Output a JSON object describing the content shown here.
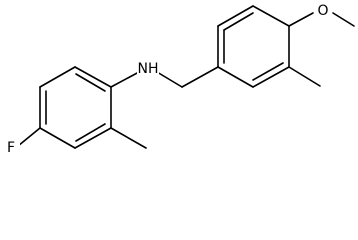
{
  "molecule": {
    "atoms": {
      "fluorine": "F",
      "amine": "NH",
      "ether_oxygen": "O"
    },
    "line_color": "#000000",
    "background": "#ffffff"
  }
}
